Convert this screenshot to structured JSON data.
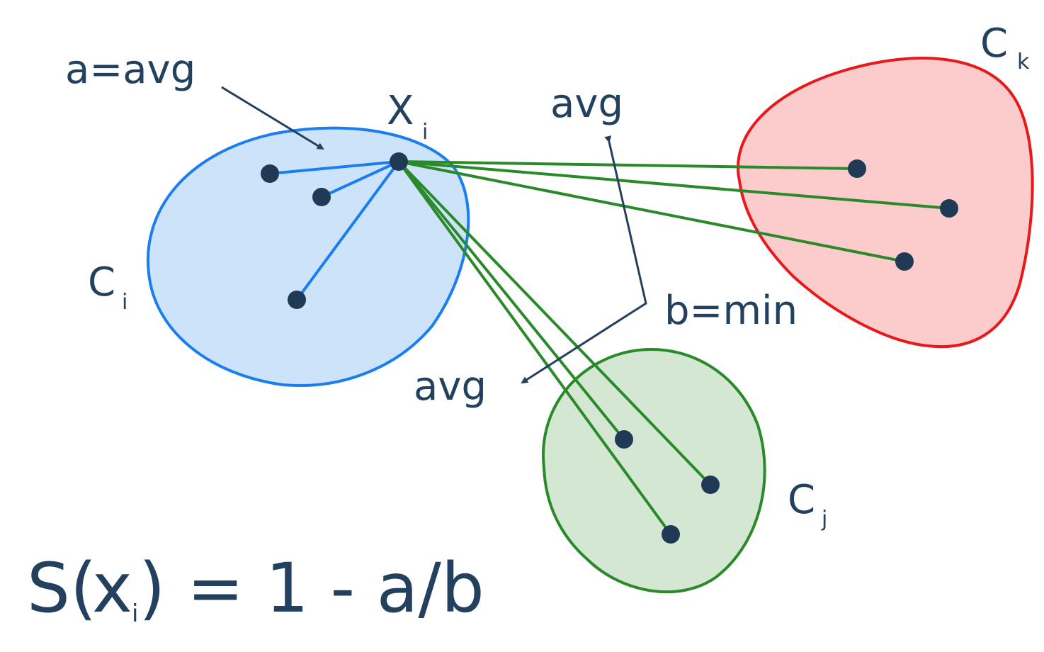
{
  "diagram": {
    "colors": {
      "text": "#23415f",
      "point": "#203a56",
      "cluster_i_fill": "#cce3fa",
      "cluster_i_stroke": "#1a7df0",
      "cluster_k_fill": "#fbcccb",
      "cluster_k_stroke": "#e8191a",
      "cluster_j_fill": "#d3e7d3",
      "cluster_j_stroke": "#2a8a2a",
      "intra_line": "#1a7df0",
      "inter_line": "#2a8a2a",
      "arrow": "#23415f"
    },
    "labels": {
      "a_avg": "a=avg",
      "b_min": "b=min",
      "avg_k": "avg",
      "avg_j": "avg",
      "xi_main": "X",
      "xi_sub": "i",
      "ci_main": "C",
      "ci_sub": "i",
      "ck_main": "C",
      "ck_sub": "k",
      "cj_main": "C",
      "cj_sub": "j"
    },
    "formula": {
      "prefix": "S(",
      "var": "x",
      "sub": "i",
      "suffix": ") = 1 - a/b"
    }
  }
}
